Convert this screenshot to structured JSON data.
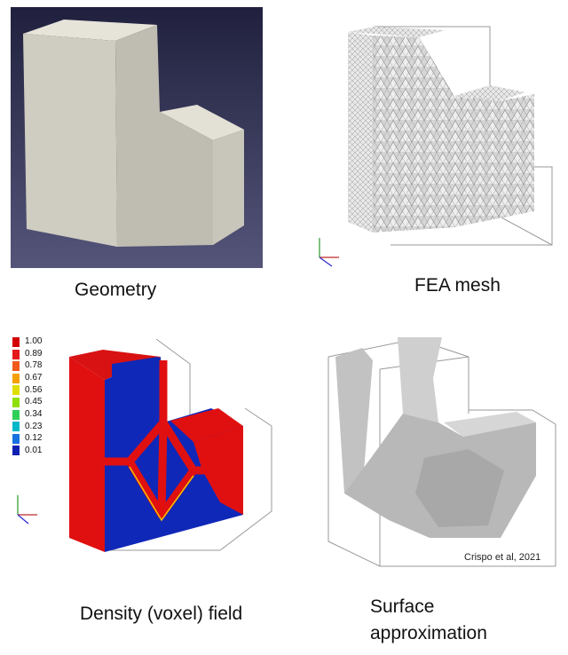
{
  "captions": {
    "geometry": "Geometry",
    "fea_mesh": "FEA mesh",
    "density": "Density (voxel) field",
    "surface_line1": "Surface",
    "surface_line2": "approximation"
  },
  "citation": "Crispo et al, 2021",
  "density_legend": {
    "values": [
      "1.00",
      "0.89",
      "0.78",
      "0.67",
      "0.56",
      "0.45",
      "0.34",
      "0.23",
      "0.12",
      "0.01"
    ],
    "colors": [
      "#d40000",
      "#e51b1b",
      "#f05a1a",
      "#f5a000",
      "#dede00",
      "#8fe000",
      "#2fd05a",
      "#00b8c8",
      "#1870e0",
      "#1020b0"
    ]
  },
  "colors": {
    "geometry_background": "#2b2b52",
    "solid_light": "#d8d5ca",
    "solid_mid": "#c6c3b8",
    "density_red": "#e01010",
    "density_blue": "#1028b8"
  }
}
